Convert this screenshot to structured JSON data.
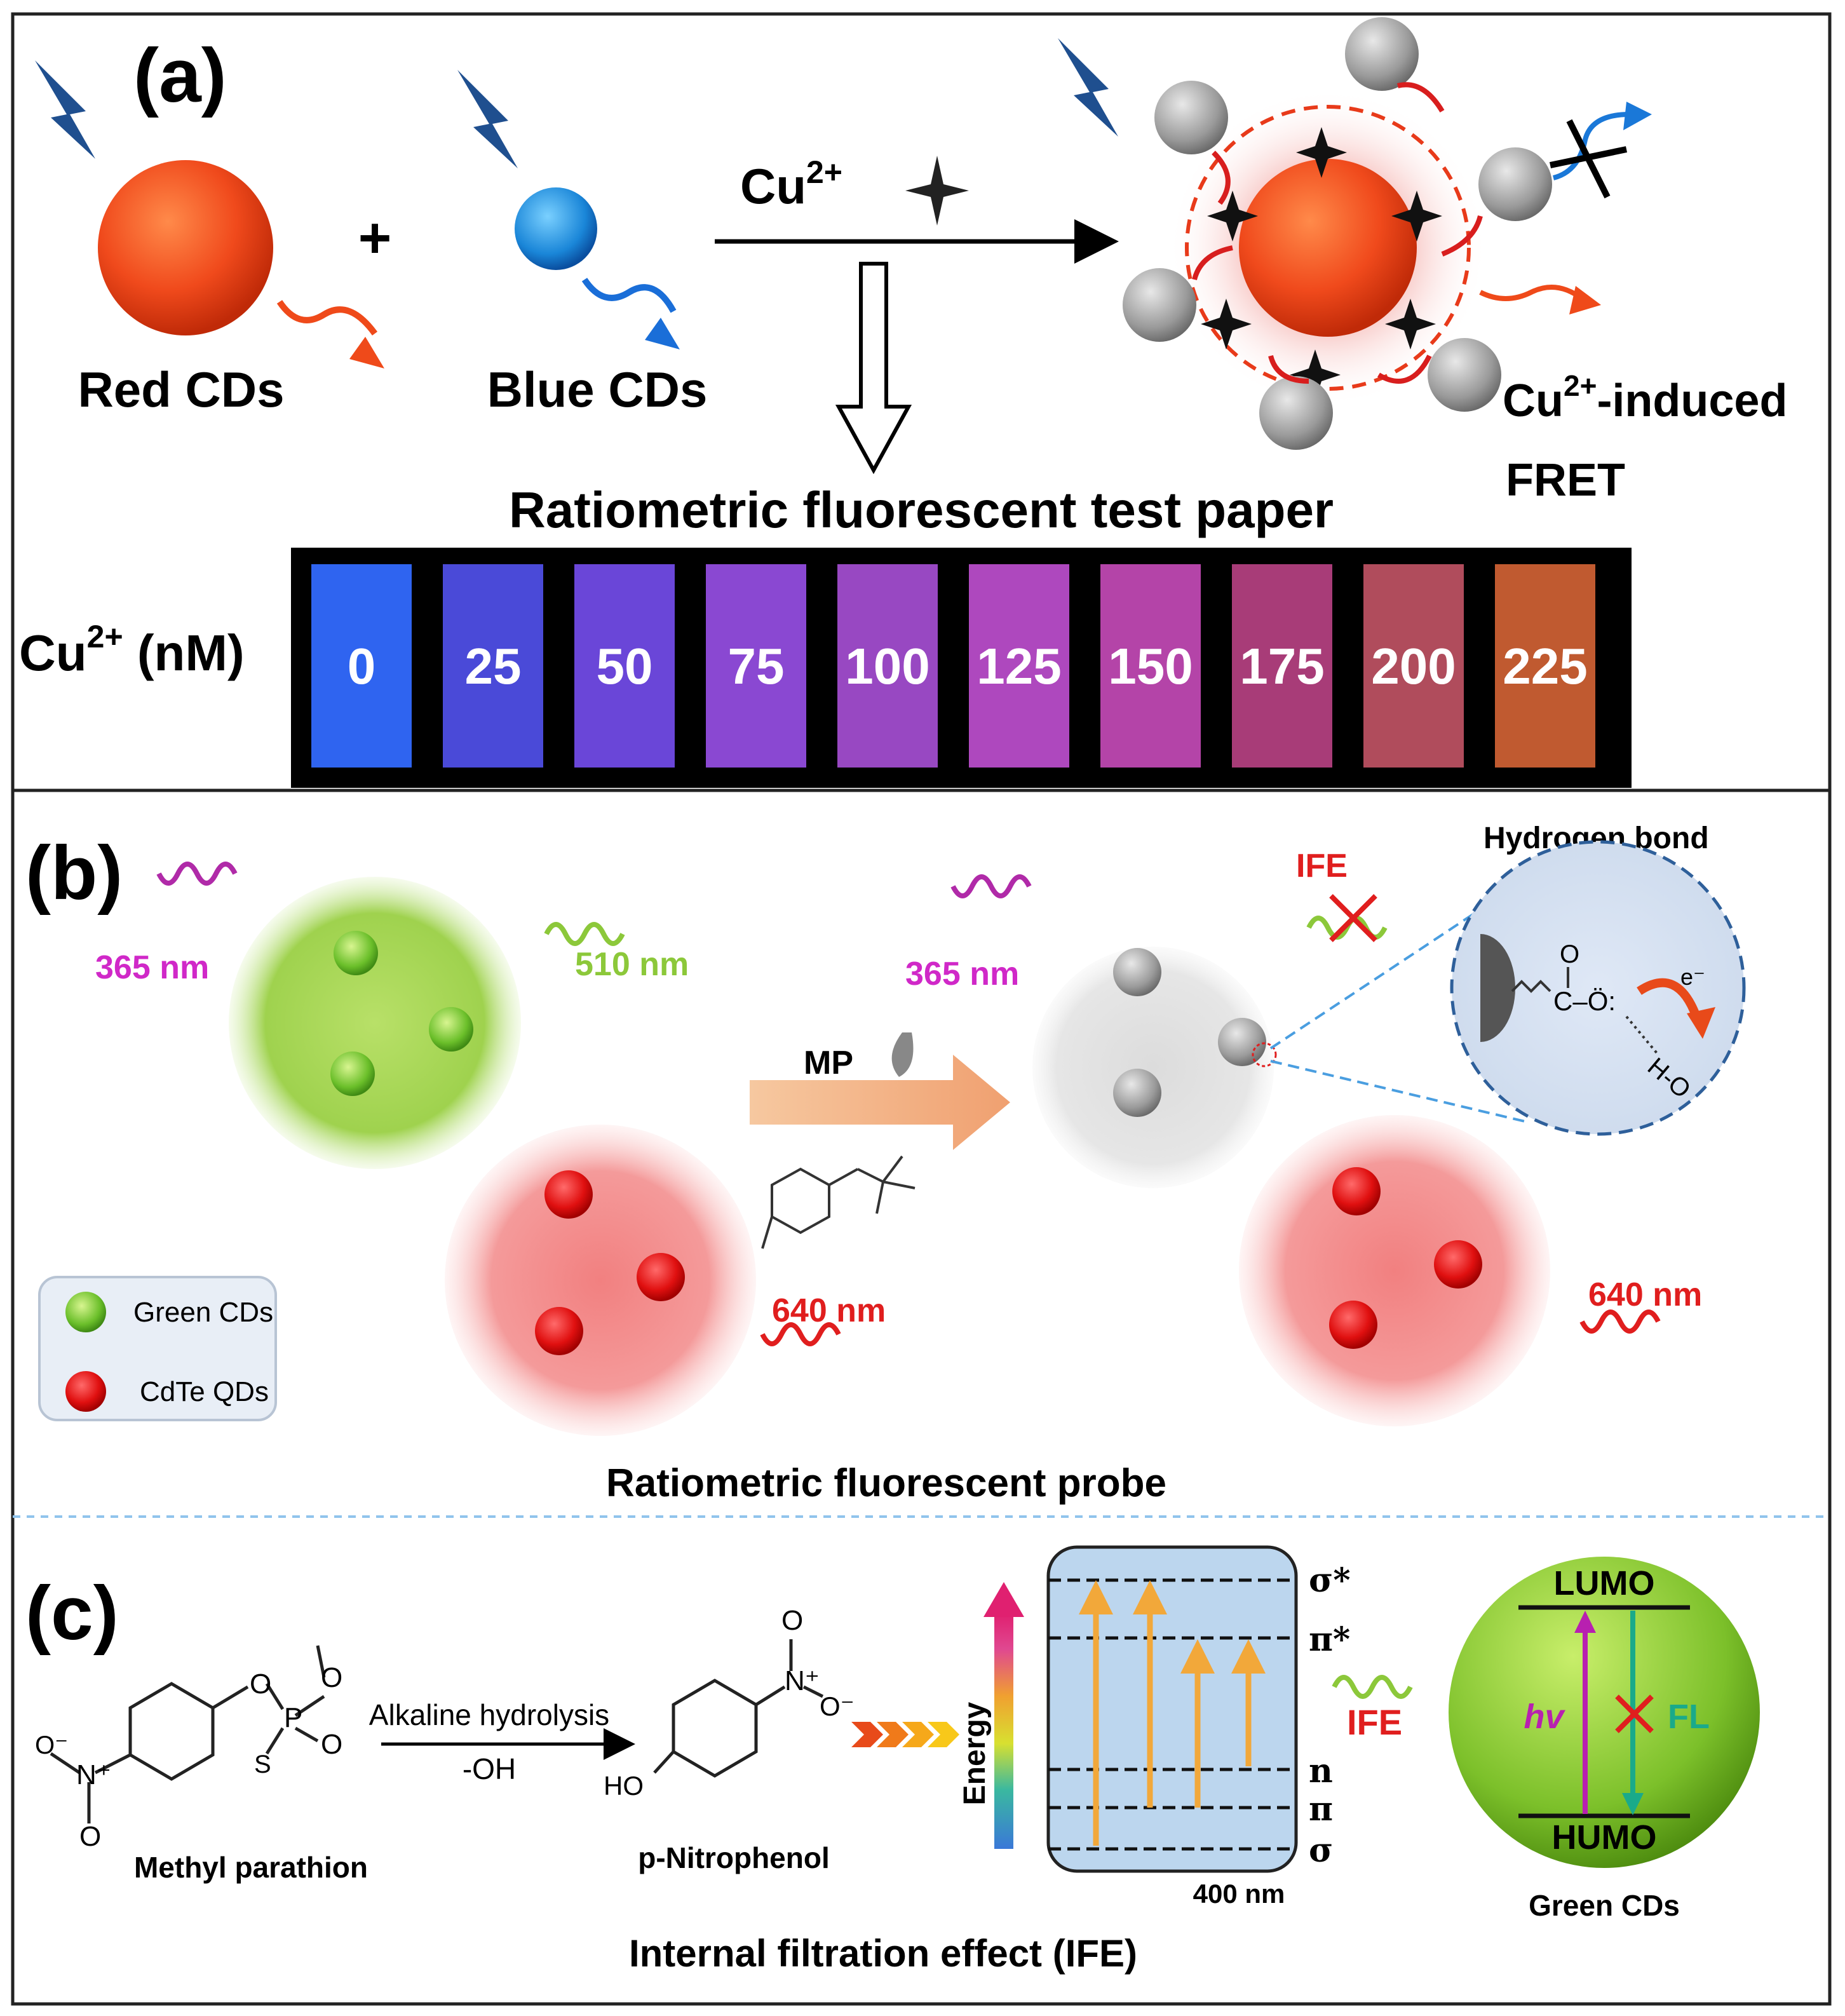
{
  "panel_a": {
    "label": "(a)",
    "red_cds": "Red CDs",
    "blue_cds": "Blue CDs",
    "plus": "+",
    "reagent": "Cu",
    "reagent_charge": "2+",
    "fret_line1_base": "Cu",
    "fret_line1_charge": "2+",
    "fret_line1_rest": "-induced",
    "fret_line2": "FRET",
    "paper_title": "Ratiometric fluorescent test paper",
    "conc_label_base": "Cu",
    "conc_label_charge": "2+",
    "conc_label_unit": " (nM)",
    "strips": [
      {
        "value": "0",
        "color": "#2f64f0"
      },
      {
        "value": "25",
        "color": "#4a4ad8"
      },
      {
        "value": "50",
        "color": "#6a46d8"
      },
      {
        "value": "75",
        "color": "#8a48d2"
      },
      {
        "value": "100",
        "color": "#9848c2"
      },
      {
        "value": "125",
        "color": "#ae48be"
      },
      {
        "value": "150",
        "color": "#b444a8"
      },
      {
        "value": "175",
        "color": "#a83c78"
      },
      {
        "value": "200",
        "color": "#b04c5c"
      },
      {
        "value": "225",
        "color": "#c05a30"
      }
    ]
  },
  "panel_b": {
    "label": "(b)",
    "ex_left": "365 nm",
    "em_green": "510 nm",
    "em_red_left": "640 nm",
    "reagent": "MP",
    "ex_right": "365 nm",
    "ife": "IFE",
    "hbond_title": "Hydrogen bond",
    "em_red_right": "640 nm",
    "legend_green": "Green CDs",
    "legend_red": "CdTe QDs",
    "caption": "Ratiometric fluorescent probe",
    "molecule_labels": {
      "carbonyl_o": "O",
      "c_o": "C–Ö:",
      "electron": "e⁻",
      "h_o": "H-O"
    }
  },
  "panel_c": {
    "label": "(c)",
    "reactant": "Methyl parathion",
    "reaction_top": "Alkaline hydrolysis",
    "reaction_bottom": "-OH",
    "product": "p-Nitrophenol",
    "energy_axis": "Energy",
    "levels": [
      "σ*",
      "π*",
      "n",
      "π",
      "σ"
    ],
    "wavelength": "400 nm",
    "ife": "IFE",
    "lumo": "LUMO",
    "humo": "HUMO",
    "hv": "hv",
    "fl": "FL",
    "green_cds": "Green CDs",
    "caption": "Internal filtration effect (IFE)",
    "atom_labels": {
      "o": "O",
      "s": "S",
      "p": "P",
      "n": "N",
      "ho": "HO",
      "o_minus": "O⁻",
      "n_plus": "N⁺"
    }
  }
}
